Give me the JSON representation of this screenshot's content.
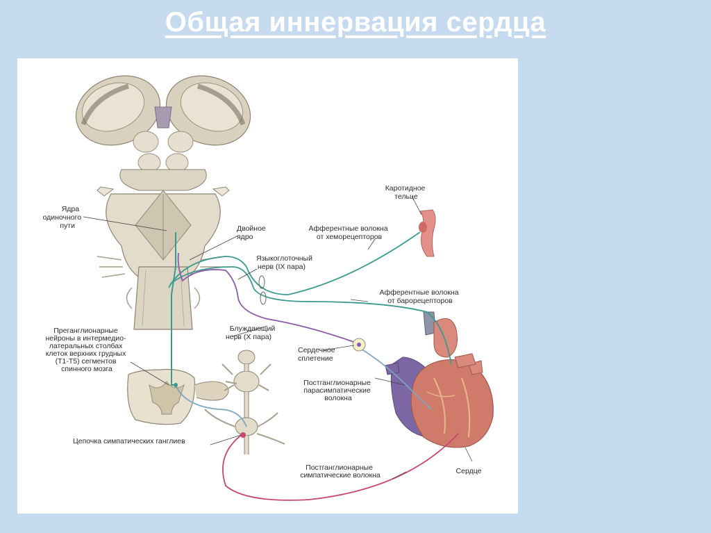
{
  "slide": {
    "title": "Общая иннервация сердца"
  },
  "colors": {
    "background": "#c5d9ef",
    "panel": "#ffffff",
    "afferent_fiber": "#3a9a8e",
    "parasympathetic_fiber": "#8a5aa8",
    "sympathetic_fiber": "#c8486e",
    "postganglionic_para_fiber": "#7aa6c2",
    "heart": "#c96a5e",
    "brainstem": "#e3dccb"
  },
  "labels": {
    "solitary_nucleus": [
      "Ядра",
      "одиночного",
      "пути"
    ],
    "nucleus_ambiguus": [
      "Двойное",
      "ядро"
    ],
    "glossopharyngeal": [
      "Языкоглоточный",
      "нерв (IX пара)"
    ],
    "carotid_body": [
      "Каротидное",
      "тельце"
    ],
    "chemoreceptor_afferents": [
      "Афферентные волокна",
      "от хеморецепторов"
    ],
    "baroreceptor_afferents": [
      "Афферентные волокна",
      "от барорецепторов"
    ],
    "vagus": [
      "Блуждающий",
      "нерв (X пара)"
    ],
    "cardiac_plexus": [
      "Сердечное",
      "сплетение"
    ],
    "preganglionic": [
      "Преганглионарные",
      "нейроны в интермедио-",
      "латеральных столбах",
      "клеток верхних грудных",
      "(Т1-Т5) сегментов",
      "спинного мозга"
    ],
    "postganglionic_para": [
      "Постганглионарные",
      "парасимпатические",
      "волокна"
    ],
    "sympathetic_chain": [
      "Цепочка симпатических ганглиев"
    ],
    "postganglionic_symp": [
      "Постганглионарные",
      "симпатические волокна"
    ],
    "heart": [
      "Сердце"
    ]
  }
}
